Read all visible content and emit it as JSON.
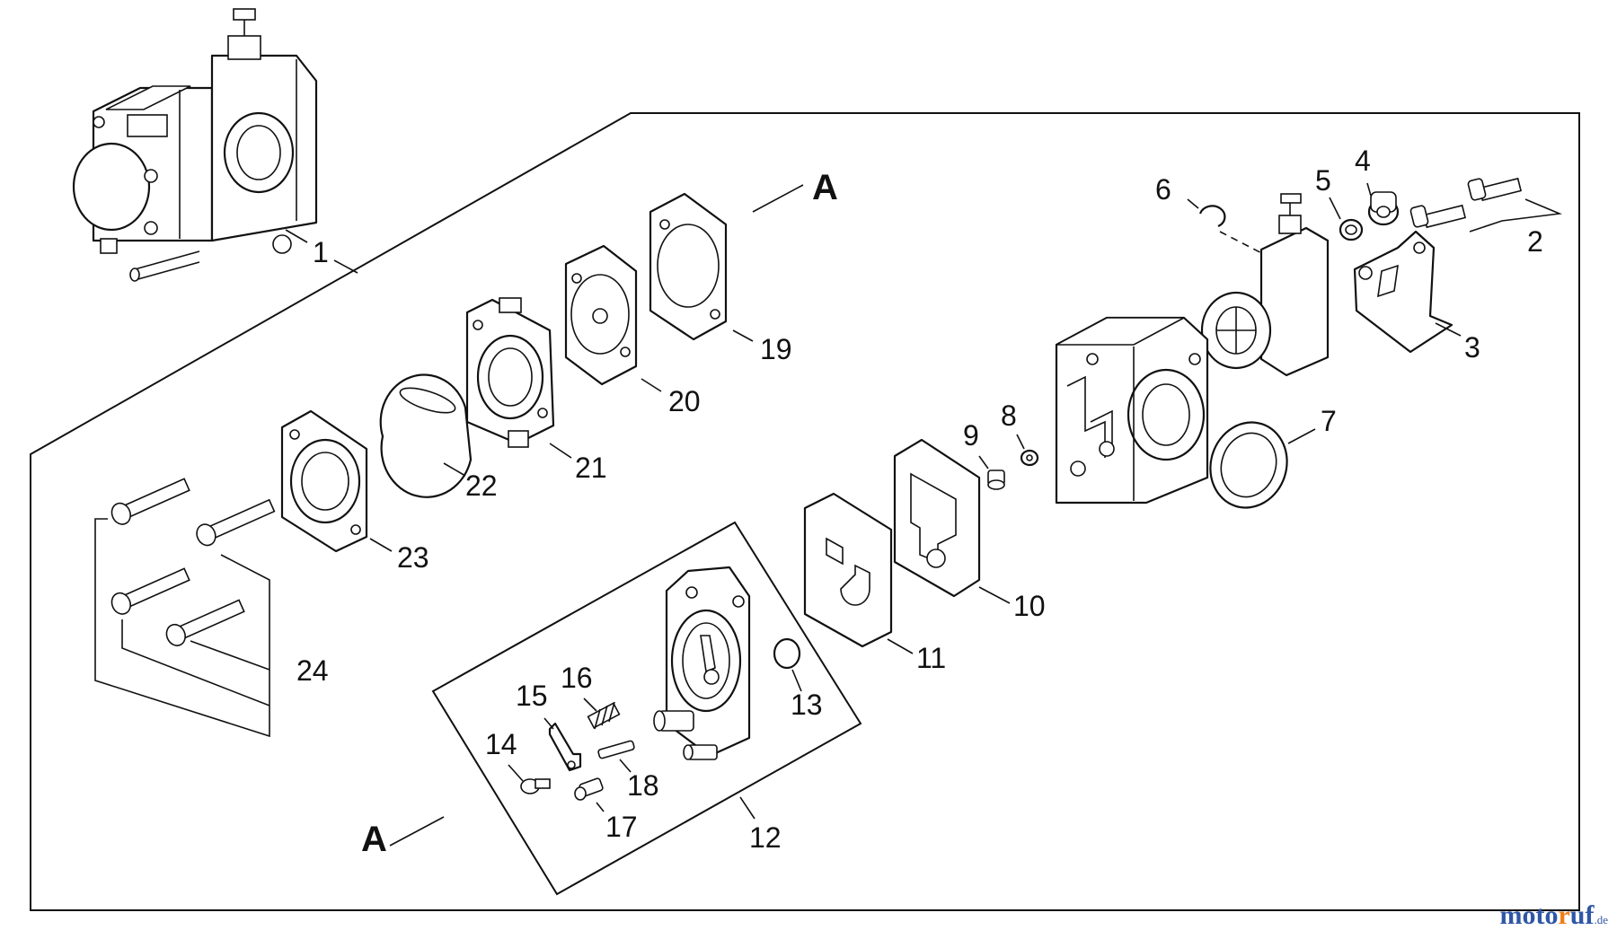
{
  "diagram": {
    "section_marker": "A",
    "callouts": [
      "1",
      "2",
      "3",
      "4",
      "5",
      "6",
      "7",
      "8",
      "9",
      "10",
      "11",
      "12",
      "13",
      "14",
      "15",
      "16",
      "17",
      "18",
      "19",
      "20",
      "21",
      "22",
      "23",
      "24"
    ]
  },
  "watermark": {
    "part1": "moto",
    "part2": "r",
    "part3": "uf",
    "tld": ".de"
  },
  "colors": {
    "line": "#111111",
    "background": "#ffffff",
    "watermark_blue": "#2f57a6",
    "watermark_orange": "#f07c17"
  }
}
